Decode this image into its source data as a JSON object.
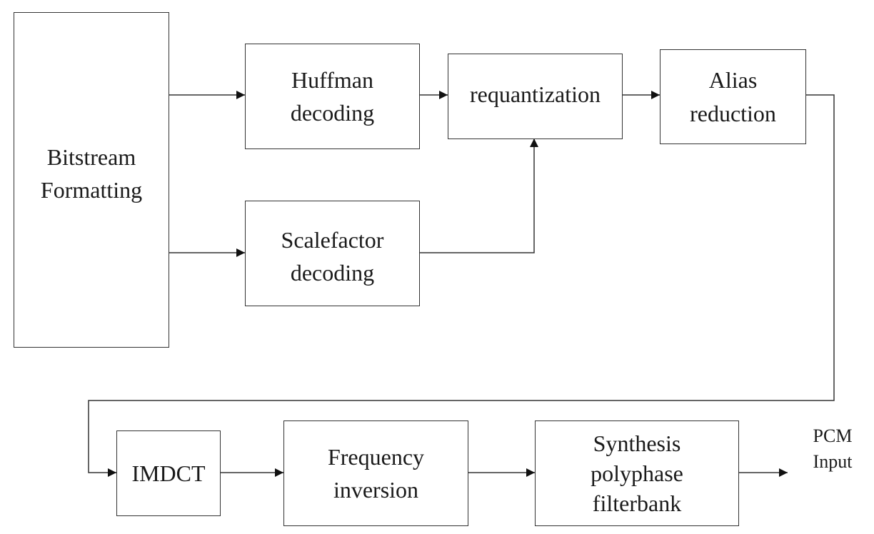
{
  "blocks": {
    "bitstream": [
      "Bitstream",
      "Formatting"
    ],
    "huffman": [
      "Huffman",
      "decoding"
    ],
    "requantization": [
      "requantization"
    ],
    "alias": [
      "Alias",
      "reduction"
    ],
    "scalefactor": [
      "Scalefactor",
      "decoding"
    ],
    "imdct": [
      "IMDCT"
    ],
    "frequency": [
      "Frequency",
      "inversion"
    ],
    "synthesis": [
      "Synthesis",
      "polyphase",
      "filterbank"
    ]
  },
  "output_label": [
    "PCM",
    "Input"
  ],
  "colors": {
    "line": "#333333",
    "text": "#1a1a1a",
    "background": "#ffffff"
  }
}
